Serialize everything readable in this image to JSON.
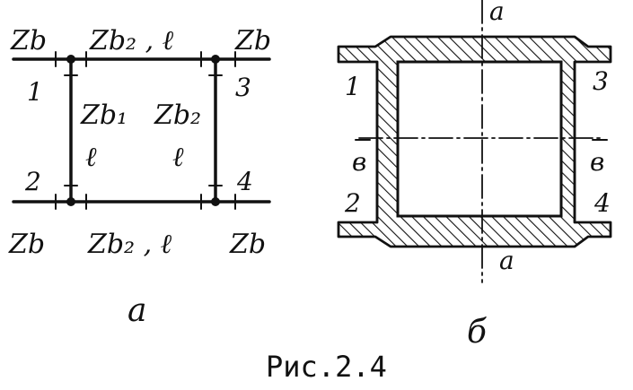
{
  "caption": "Рис.2.4",
  "left_diagram": {
    "sublabel": "а",
    "impedance_top_left": "Zb",
    "impedance_top_mid": "Zb₂ , ℓ",
    "impedance_top_right": "Zb",
    "impedance_left_branch": "Zb₁",
    "length_left_branch": "ℓ",
    "impedance_right_branch": "Zb₂",
    "length_right_branch": "ℓ",
    "impedance_bottom_left": "Zb",
    "impedance_bottom_mid": "Zb₂ , ℓ",
    "impedance_bottom_right": "Zb",
    "port_1": "1",
    "port_2": "2",
    "port_3": "3",
    "port_4": "4"
  },
  "right_diagram": {
    "sublabel": "б",
    "axis_a_top": "a",
    "axis_a_bottom": "a",
    "axis_b_left": "в",
    "axis_b_right": "в",
    "port_1": "1",
    "port_2": "2",
    "port_3": "3",
    "port_4": "4"
  }
}
